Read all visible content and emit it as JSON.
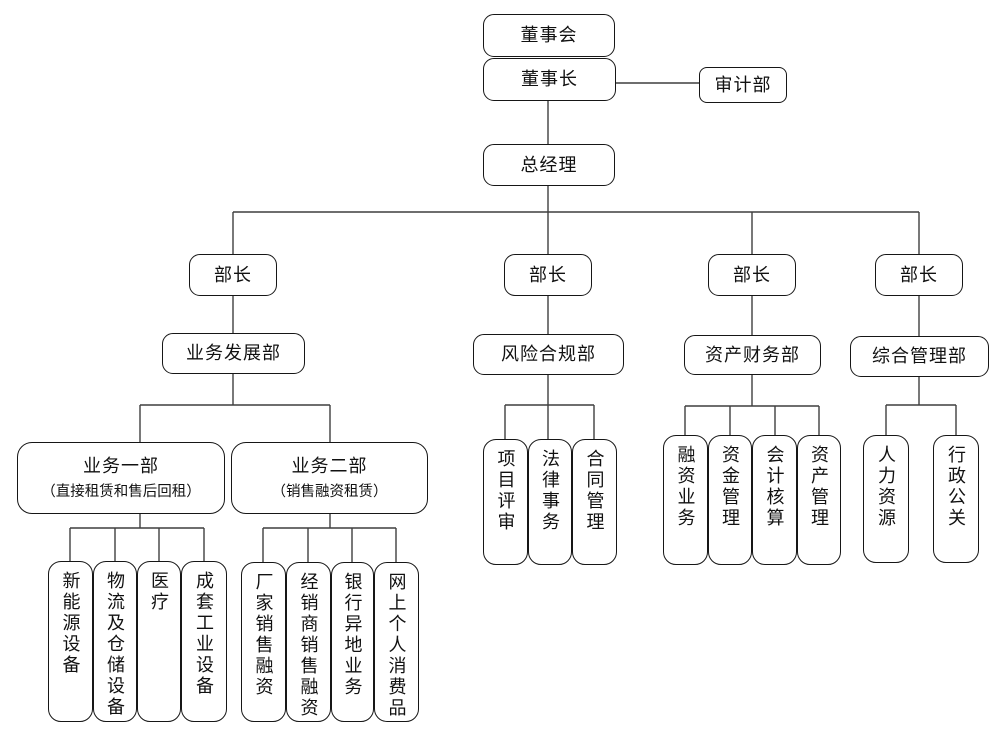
{
  "colors": {
    "background": "#ffffff",
    "box_fill": "#ffffff",
    "box_border": "#161616",
    "connector_line": "#3f3f3f",
    "text": "#111111",
    "spellcheck_underline": "#e02020"
  },
  "nodes": {
    "board": "董事会",
    "chairman": "董事长",
    "audit": "审计部",
    "general_manager": "总经理",
    "minister": "部长",
    "departments": {
      "business_development": "业务发展部",
      "risk_compliance": "风险合规部",
      "asset_finance": "资产财务部",
      "general_management": "综合管理部"
    },
    "business_unit_1": {
      "title": "业务一部",
      "subtitle": "（直接租赁和售后回租）"
    },
    "business_unit_2": {
      "title": "业务二部",
      "subtitle": "（销售融资租赁）"
    },
    "business_unit_1_children": [
      "新能源设备",
      "物流及仓储设备",
      "医疗",
      "成套工业设备"
    ],
    "business_unit_2_children": [
      "厂家销售融资",
      "经销商销售融资",
      "银行异地业务",
      "网上个人消费品"
    ],
    "risk_compliance_children": [
      "项目评审",
      "法律事务",
      "合同管理"
    ],
    "asset_finance_children": [
      "融资业务",
      "资金管理",
      "会计核算",
      "资产管理"
    ],
    "general_management_children": [
      "人力资源",
      "行政公关"
    ]
  }
}
